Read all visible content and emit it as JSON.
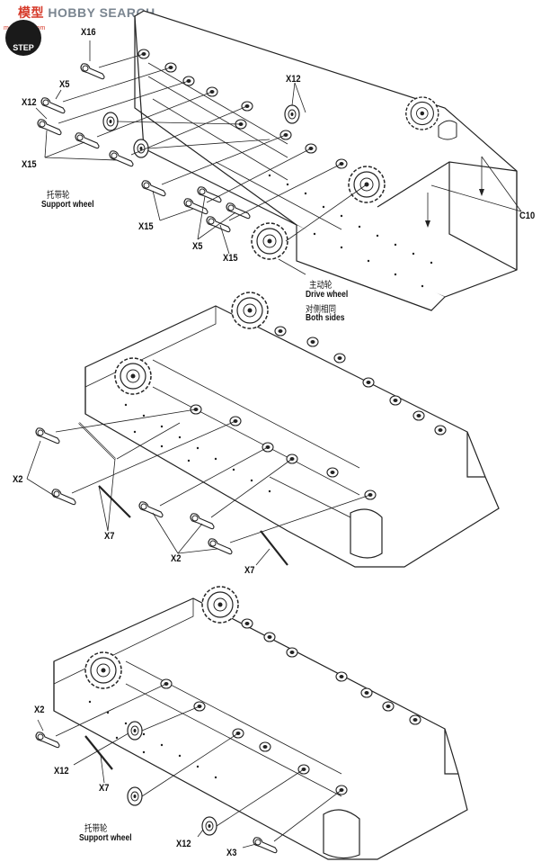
{
  "header": {
    "logo_cn": "模型",
    "logo_text": "HOBBY SEARCH",
    "logo_sub": "moe-shop.com",
    "step_label": "STEP"
  },
  "diagram1": {
    "labels": {
      "x16": "X16",
      "x5_a": "X5",
      "x12_a": "X12",
      "x12_b": "X12",
      "x15_a": "X15",
      "x15_b": "X15",
      "x15_c": "X15",
      "x5_b": "X5",
      "c10": "C10",
      "support_cn": "托带轮",
      "support_en": "Support wheel",
      "drive_cn": "主动轮",
      "drive_en": "Drive wheel",
      "both_cn": "对侧相同",
      "both_en": "Both sides"
    }
  },
  "diagram2": {
    "labels": {
      "x2_a": "X2",
      "x7_a": "X7",
      "x2_b": "X2",
      "x7_b": "X7"
    }
  },
  "diagram3": {
    "labels": {
      "x2": "X2",
      "x12_a": "X12",
      "x7": "X7",
      "support_cn": "托带轮",
      "support_en": "Support wheel",
      "x12_b": "X12",
      "x3": "X3"
    }
  }
}
